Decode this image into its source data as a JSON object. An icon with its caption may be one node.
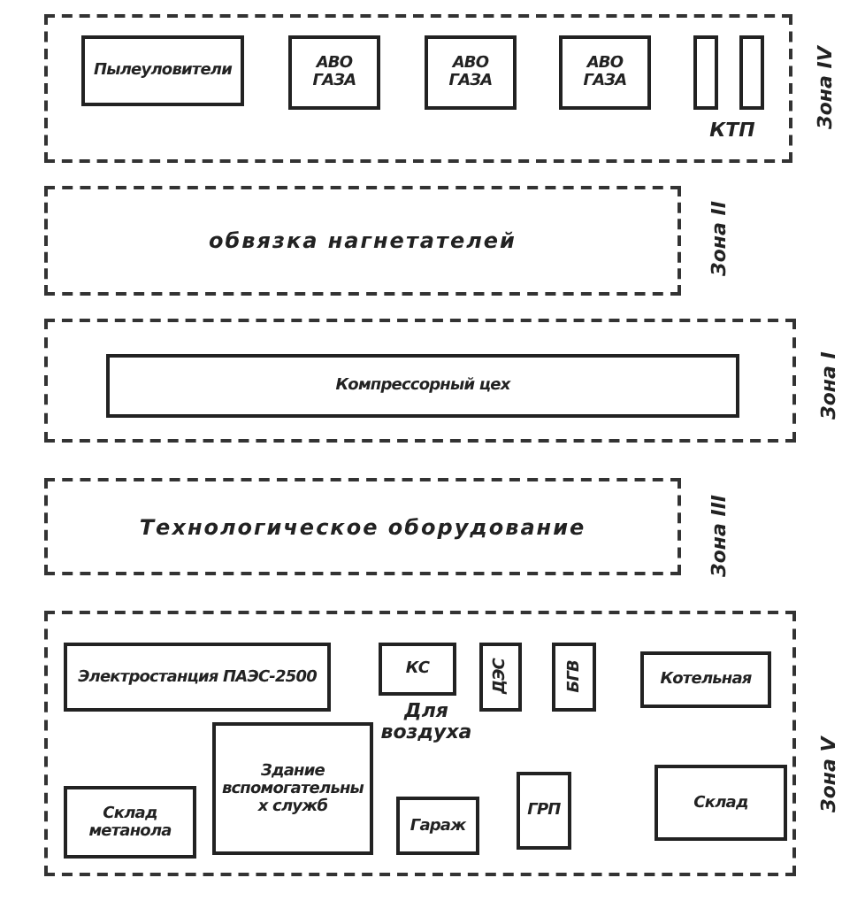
{
  "diagram": {
    "nodes": [
      {
        "text": [
          "Зона IV"
        ]
      },
      {
        "text": [
          "Пылеуловители"
        ],
        "in": 0
      },
      {
        "text": [
          "АВО ГАЗА"
        ],
        "in": 0
      },
      {
        "text": [
          "АВО ГАЗА"
        ],
        "in": 0
      },
      {
        "text": [
          "АВО ГАЗА"
        ],
        "in": 0
      },
      {
        "text": [],
        "shape": "box",
        "in": 0
      },
      {
        "text": [],
        "shape": "box",
        "in": 0
      },
      {
        "text": [
          "обвязка нагнетателей",
          "Зона II"
        ]
      },
      {
        "text": [
          "Зона I"
        ]
      },
      {
        "text": [
          "Компрессорный цех"
        ],
        "in": 8
      },
      {
        "text": [
          "Технологическое оборудование",
          "Зона III"
        ]
      },
      {
        "text": [
          "Зона V"
        ]
      },
      {
        "text": [
          "Электростанция ПАЭС-2500"
        ],
        "in": 11
      },
      {
        "text": [
          "КС"
        ],
        "beside": [
          "Для воздуха"
        ],
        "in": 11
      },
      {
        "text": [
          "ДЭС"
        ],
        "in": 11
      },
      {
        "text": [
          "БГВ"
        ],
        "in": 11
      },
      {
        "text": [
          "Котельная"
        ],
        "in": 11
      },
      {
        "text": [
          "Здание вспомогательных служб"
        ],
        "in": 11
      },
      {
        "text": [
          "Склад метанола"
        ],
        "in": 11
      },
      {
        "text": [
          "Гараж"
        ],
        "in": 11
      },
      {
        "text": [
          "ГРП"
        ],
        "in": 11
      },
      {
        "text": [
          "Склад"
        ],
        "in": 11
      }
    ],
    "labels": [
      "КТП"
    ]
  }
}
